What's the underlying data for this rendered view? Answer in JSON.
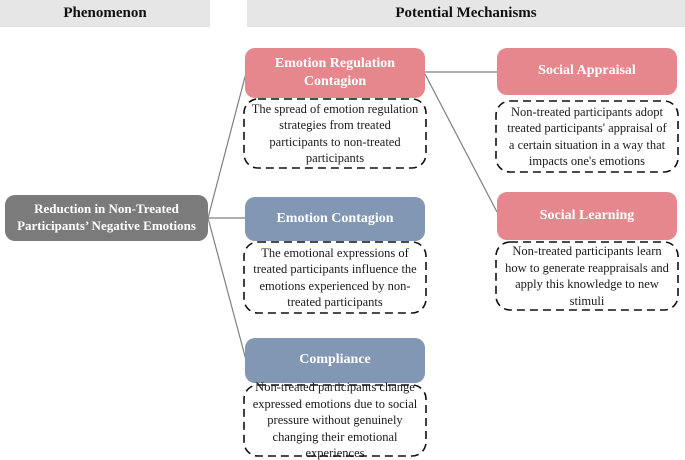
{
  "headers": {
    "left": "Phenomenon",
    "right": "Potential Mechanisms"
  },
  "phenomenon": {
    "label": "Reduction in Non-Treated Participants’ Negative Emotions",
    "color": "#7b7b7b"
  },
  "mechanisms": [
    {
      "id": "emotion-regulation-contagion",
      "label": "Emotion Regulation Contagion",
      "color": "#e6878e",
      "description": "The spread of emotion regulation strategies from treated participants to non-treated participants"
    },
    {
      "id": "emotion-contagion",
      "label": "Emotion Contagion",
      "color": "#8197b4",
      "description": "The emotional expressions of treated participants influence the emotions experienced by non-treated participants"
    },
    {
      "id": "compliance",
      "label": "Compliance",
      "color": "#8197b4",
      "description": "Non-treated participants change expressed emotions due to social pressure without genuinely changing their emotional experiences"
    },
    {
      "id": "social-appraisal",
      "label": "Social Appraisal",
      "color": "#e6878e",
      "description": "Non-treated participants adopt treated participants' appraisal of a certain situation in a way that impacts one's emotions"
    },
    {
      "id": "social-learning",
      "label": "Social Learning",
      "color": "#e6878e",
      "description": "Non-treated participants learn how to generate reappraisals and apply this knowledge to new stimuli"
    }
  ],
  "colors": {
    "pink": "#e6878e",
    "blue": "#8197b4",
    "phenomenon_gray": "#7b7b7b",
    "header_bar_bg": "#e6e6e6",
    "connector_line": "#7f7f7f",
    "dashed_border": "#111111"
  }
}
